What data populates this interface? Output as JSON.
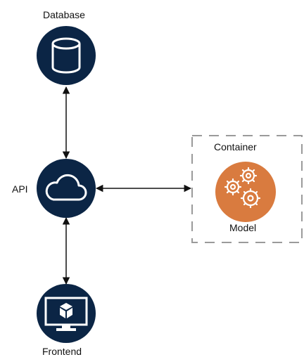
{
  "nodes": {
    "database": {
      "label": "Database",
      "icon": "database-icon"
    },
    "api": {
      "label": "API",
      "icon": "cloud-icon"
    },
    "frontend": {
      "label": "Frontend",
      "icon": "monitor-cube-icon"
    },
    "model": {
      "label": "Model",
      "icon": "gears-icon"
    }
  },
  "container": {
    "label": "Container"
  },
  "edges": [
    {
      "from": "database",
      "to": "api",
      "bidirectional": true
    },
    {
      "from": "api",
      "to": "frontend",
      "bidirectional": true
    },
    {
      "from": "api",
      "to": "model",
      "bidirectional": true
    }
  ],
  "colors": {
    "node_fill": "#0b2545",
    "model_fill": "#d97b3f",
    "icon_stroke": "#ffffff",
    "edge": "#111111",
    "container_border": "#9a9a9a"
  }
}
